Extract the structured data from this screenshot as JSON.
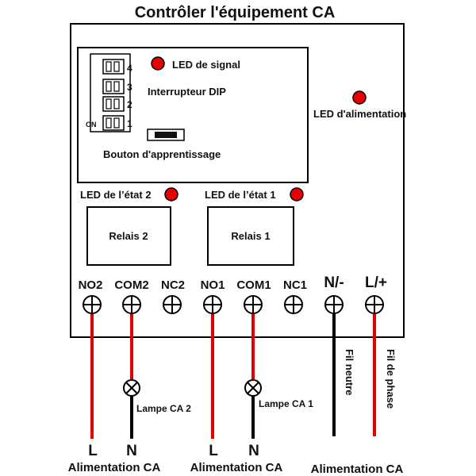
{
  "title": "Contrôler l'équipement CA",
  "module": {
    "dip_numbers": [
      "4",
      "3",
      "2",
      "1"
    ],
    "dip_on_label": "ON",
    "dip_switch_label": "Interrupteur DIP",
    "signal_led_label": "LED de signal",
    "learn_button_label": "Bouton d'apprentissage",
    "power_led_label": "LED d'alimentation",
    "status_led_2_label": "LED de l’état 2",
    "status_led_1_label": "LED de l’état 1",
    "relay_2_label": "Relais 2",
    "relay_1_label": "Relais 1"
  },
  "terminals": [
    "NO2",
    "COM2",
    "NC2",
    "NO1",
    "COM1",
    "NC1",
    "N/-",
    "L/+"
  ],
  "wiring": {
    "lamp_2_label": "Lampe CA 2",
    "lamp_1_label": "Lampe CA 1",
    "neutral_wire_label": "Fil neutre",
    "phase_wire_label": "Fil de phase",
    "left_L": "L",
    "left_N": "N",
    "mid_L": "L",
    "mid_N": "N",
    "supply_label_1": "Alimentation CA",
    "supply_label_2": "Alimentation CA",
    "supply_label_3": "Alimentation CA"
  },
  "colors": {
    "led_red": "#e60000",
    "wire_red": "#e00000",
    "wire_black": "#000000"
  }
}
